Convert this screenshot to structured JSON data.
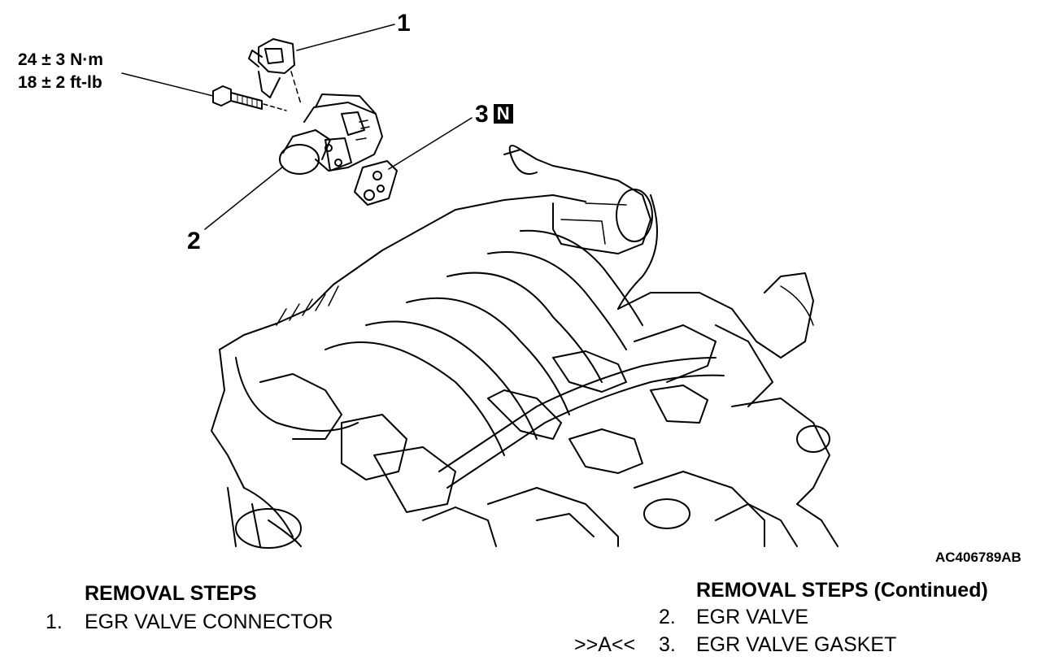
{
  "callouts": {
    "one": "1",
    "two": "2",
    "three": "3",
    "three_badge": "N"
  },
  "torque": {
    "line1": "24 ± 3 N·m",
    "line2": "18 ± 2 ft-lb"
  },
  "figure_id": "AC406789AB",
  "steps_left": {
    "title": "REMOVAL STEPS",
    "items": [
      {
        "prefix": "",
        "num": "1.",
        "text": "EGR VALVE CONNECTOR"
      }
    ]
  },
  "steps_right": {
    "title": "REMOVAL STEPS (Continued)",
    "items": [
      {
        "prefix": "",
        "num": "2.",
        "text": "EGR VALVE"
      },
      {
        "prefix": ">>A<<",
        "num": "3.",
        "text": "EGR VALVE GASKET"
      }
    ]
  }
}
